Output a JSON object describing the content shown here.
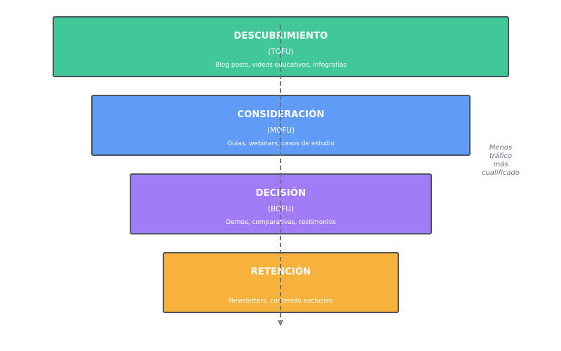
{
  "colors": {
    "discovery": "#42c898",
    "consideration": "#5f9bf7",
    "decision": "#a27cf6",
    "retention": "#f6b23d",
    "border": "#4b5563",
    "arrow": "#6b7280"
  },
  "stages": [
    {
      "title": "DESCUBRIMIENTO",
      "abbr": "(TOFU)",
      "desc": "Blog posts, videos educativos, infografías"
    },
    {
      "title": "CONSIDERACIÓN",
      "abbr": "(MOFU)",
      "desc": "Guías, webinars, casos de estudio"
    },
    {
      "title": "DECISIÓN",
      "abbr": "(BOFU)",
      "desc": "Demos, comparativas, testimonios"
    },
    {
      "title": "RETENCIÓN",
      "abbr": "",
      "desc": "Newsletters, contenido exclusivo"
    }
  ],
  "side_note": {
    "line1": "Menos",
    "line2": "tráfico",
    "line3": "más",
    "line4": "cualificado"
  }
}
